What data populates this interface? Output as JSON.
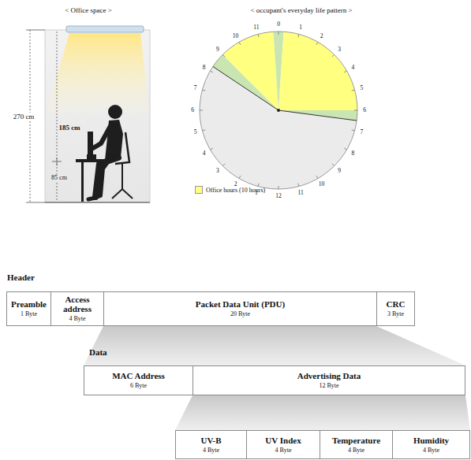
{
  "diagram": {
    "nodes": [
      {
        "text": [
          "Preamble",
          "1 Byte"
        ]
      },
      {
        "text": [
          "Access address",
          "4 Byte"
        ]
      },
      {
        "text": [
          "Packet Data Unit (PDU)",
          "20 Byte"
        ]
      },
      {
        "text": [
          "CRC",
          "3 Byte"
        ]
      },
      {
        "text": [
          "MAC Address",
          "6 Byte"
        ]
      },
      {
        "text": [
          "Advertising Data",
          "12 Byte"
        ]
      },
      {
        "text": [
          "UV-B",
          "4 Byte"
        ]
      },
      {
        "text": [
          "UV Index",
          "4 Byte"
        ]
      },
      {
        "text": [
          "Temperature",
          "4 Byte"
        ]
      },
      {
        "text": [
          "Humidity",
          "4 Byte"
        ]
      }
    ],
    "labels": [
      "< Office space >",
      "270 cm",
      "185 cm",
      "85 cm",
      "< occupant's everyday life pattern >",
      "0",
      "1",
      "2",
      "3",
      "4",
      "5",
      "6",
      "7",
      "8",
      "9",
      "10",
      "11",
      "12",
      "1",
      "2",
      "3",
      "4",
      "5",
      "6",
      "7",
      "8",
      "9",
      "10",
      "11",
      "Header",
      "Data"
    ],
    "legend": [
      {
        "text": "Office hours (10 hours)",
        "color": "#ffff80"
      }
    ]
  }
}
